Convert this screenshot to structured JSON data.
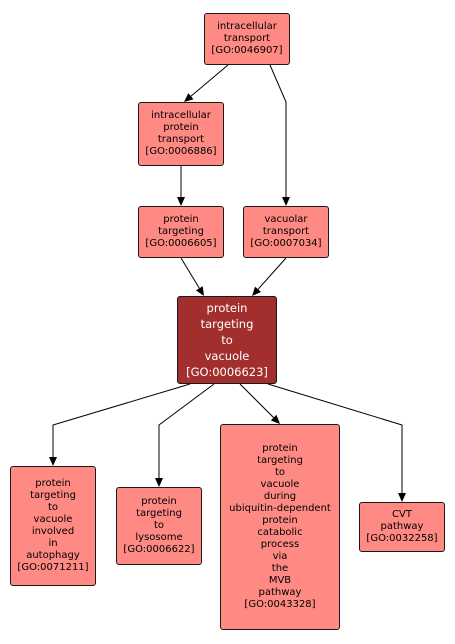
{
  "nodes": [
    {
      "id": "GO:0046907",
      "lines": [
        "intracellular",
        "transport",
        "[GO:0046907]"
      ]
    },
    {
      "id": "GO:0006886",
      "lines": [
        "intracellular",
        "protein",
        "transport",
        "[GO:0006886]"
      ]
    },
    {
      "id": "GO:0006605",
      "lines": [
        "protein",
        "targeting",
        "[GO:0006605]"
      ]
    },
    {
      "id": "GO:0007034",
      "lines": [
        "vacuolar",
        "transport",
        "[GO:0007034]"
      ]
    },
    {
      "id": "GO:0006623",
      "lines": [
        "protein",
        "targeting",
        "to",
        "vacuole",
        "[GO:0006623]"
      ],
      "focus": true
    },
    {
      "id": "GO:0071211",
      "lines": [
        "protein",
        "targeting",
        "to",
        "vacuole",
        "involved",
        "in",
        "autophagy",
        "[GO:0071211]"
      ]
    },
    {
      "id": "GO:0006622",
      "lines": [
        "protein",
        "targeting",
        "to",
        "lysosome",
        "[GO:0006622]"
      ]
    },
    {
      "id": "GO:0043328",
      "lines": [
        "protein",
        "targeting",
        "to",
        "vacuole",
        "during",
        "ubiquitin-dependent",
        "protein",
        "catabolic",
        "process",
        "via",
        "the",
        "MVB",
        "pathway",
        "[GO:0043328]"
      ]
    },
    {
      "id": "GO:0032258",
      "lines": [
        "CVT",
        "pathway",
        "[GO:0032258]"
      ]
    }
  ],
  "edges": [
    {
      "from": "GO:0046907",
      "to": "GO:0006886"
    },
    {
      "from": "GO:0046907",
      "to": "GO:0007034"
    },
    {
      "from": "GO:0006886",
      "to": "GO:0006605"
    },
    {
      "from": "GO:0006605",
      "to": "GO:0006623"
    },
    {
      "from": "GO:0007034",
      "to": "GO:0006623"
    },
    {
      "from": "GO:0006623",
      "to": "GO:0071211"
    },
    {
      "from": "GO:0006623",
      "to": "GO:0006622"
    },
    {
      "from": "GO:0006623",
      "to": "GO:0043328"
    },
    {
      "from": "GO:0006623",
      "to": "GO:0032258"
    }
  ],
  "colors": {
    "node": "#ff8a84",
    "focus": "#a32e2e",
    "edge": "#000000"
  }
}
